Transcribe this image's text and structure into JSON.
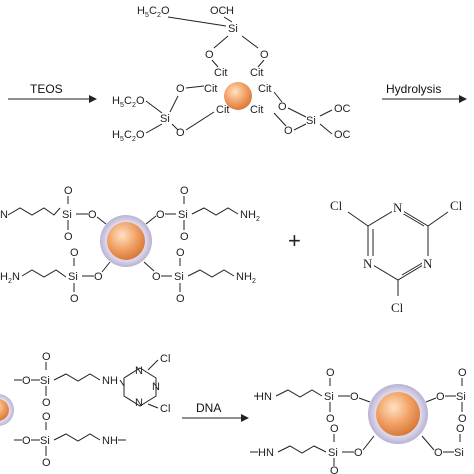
{
  "arrows": {
    "teos": "TEOS",
    "hydrolysis": "Hydrolysis",
    "dna": "DNA"
  },
  "labels": {
    "h5c2o": "H",
    "h5c2o_sub": "5",
    "c2": "C",
    "c2_sub": "2",
    "o": "O",
    "oc2h5": "OC",
    "si": "Si",
    "cit": "Cit",
    "cit_sup": "-",
    "nh2": "NH",
    "nh2_sub": "2",
    "h2n": "H",
    "h2n_sub": "2",
    "n": "N",
    "cl": "Cl",
    "hn": "HN",
    "nh": "NH",
    "plus": "+"
  },
  "colors": {
    "core": "#f2a46a",
    "shell": "#c8c2dc",
    "line": "#222222"
  }
}
